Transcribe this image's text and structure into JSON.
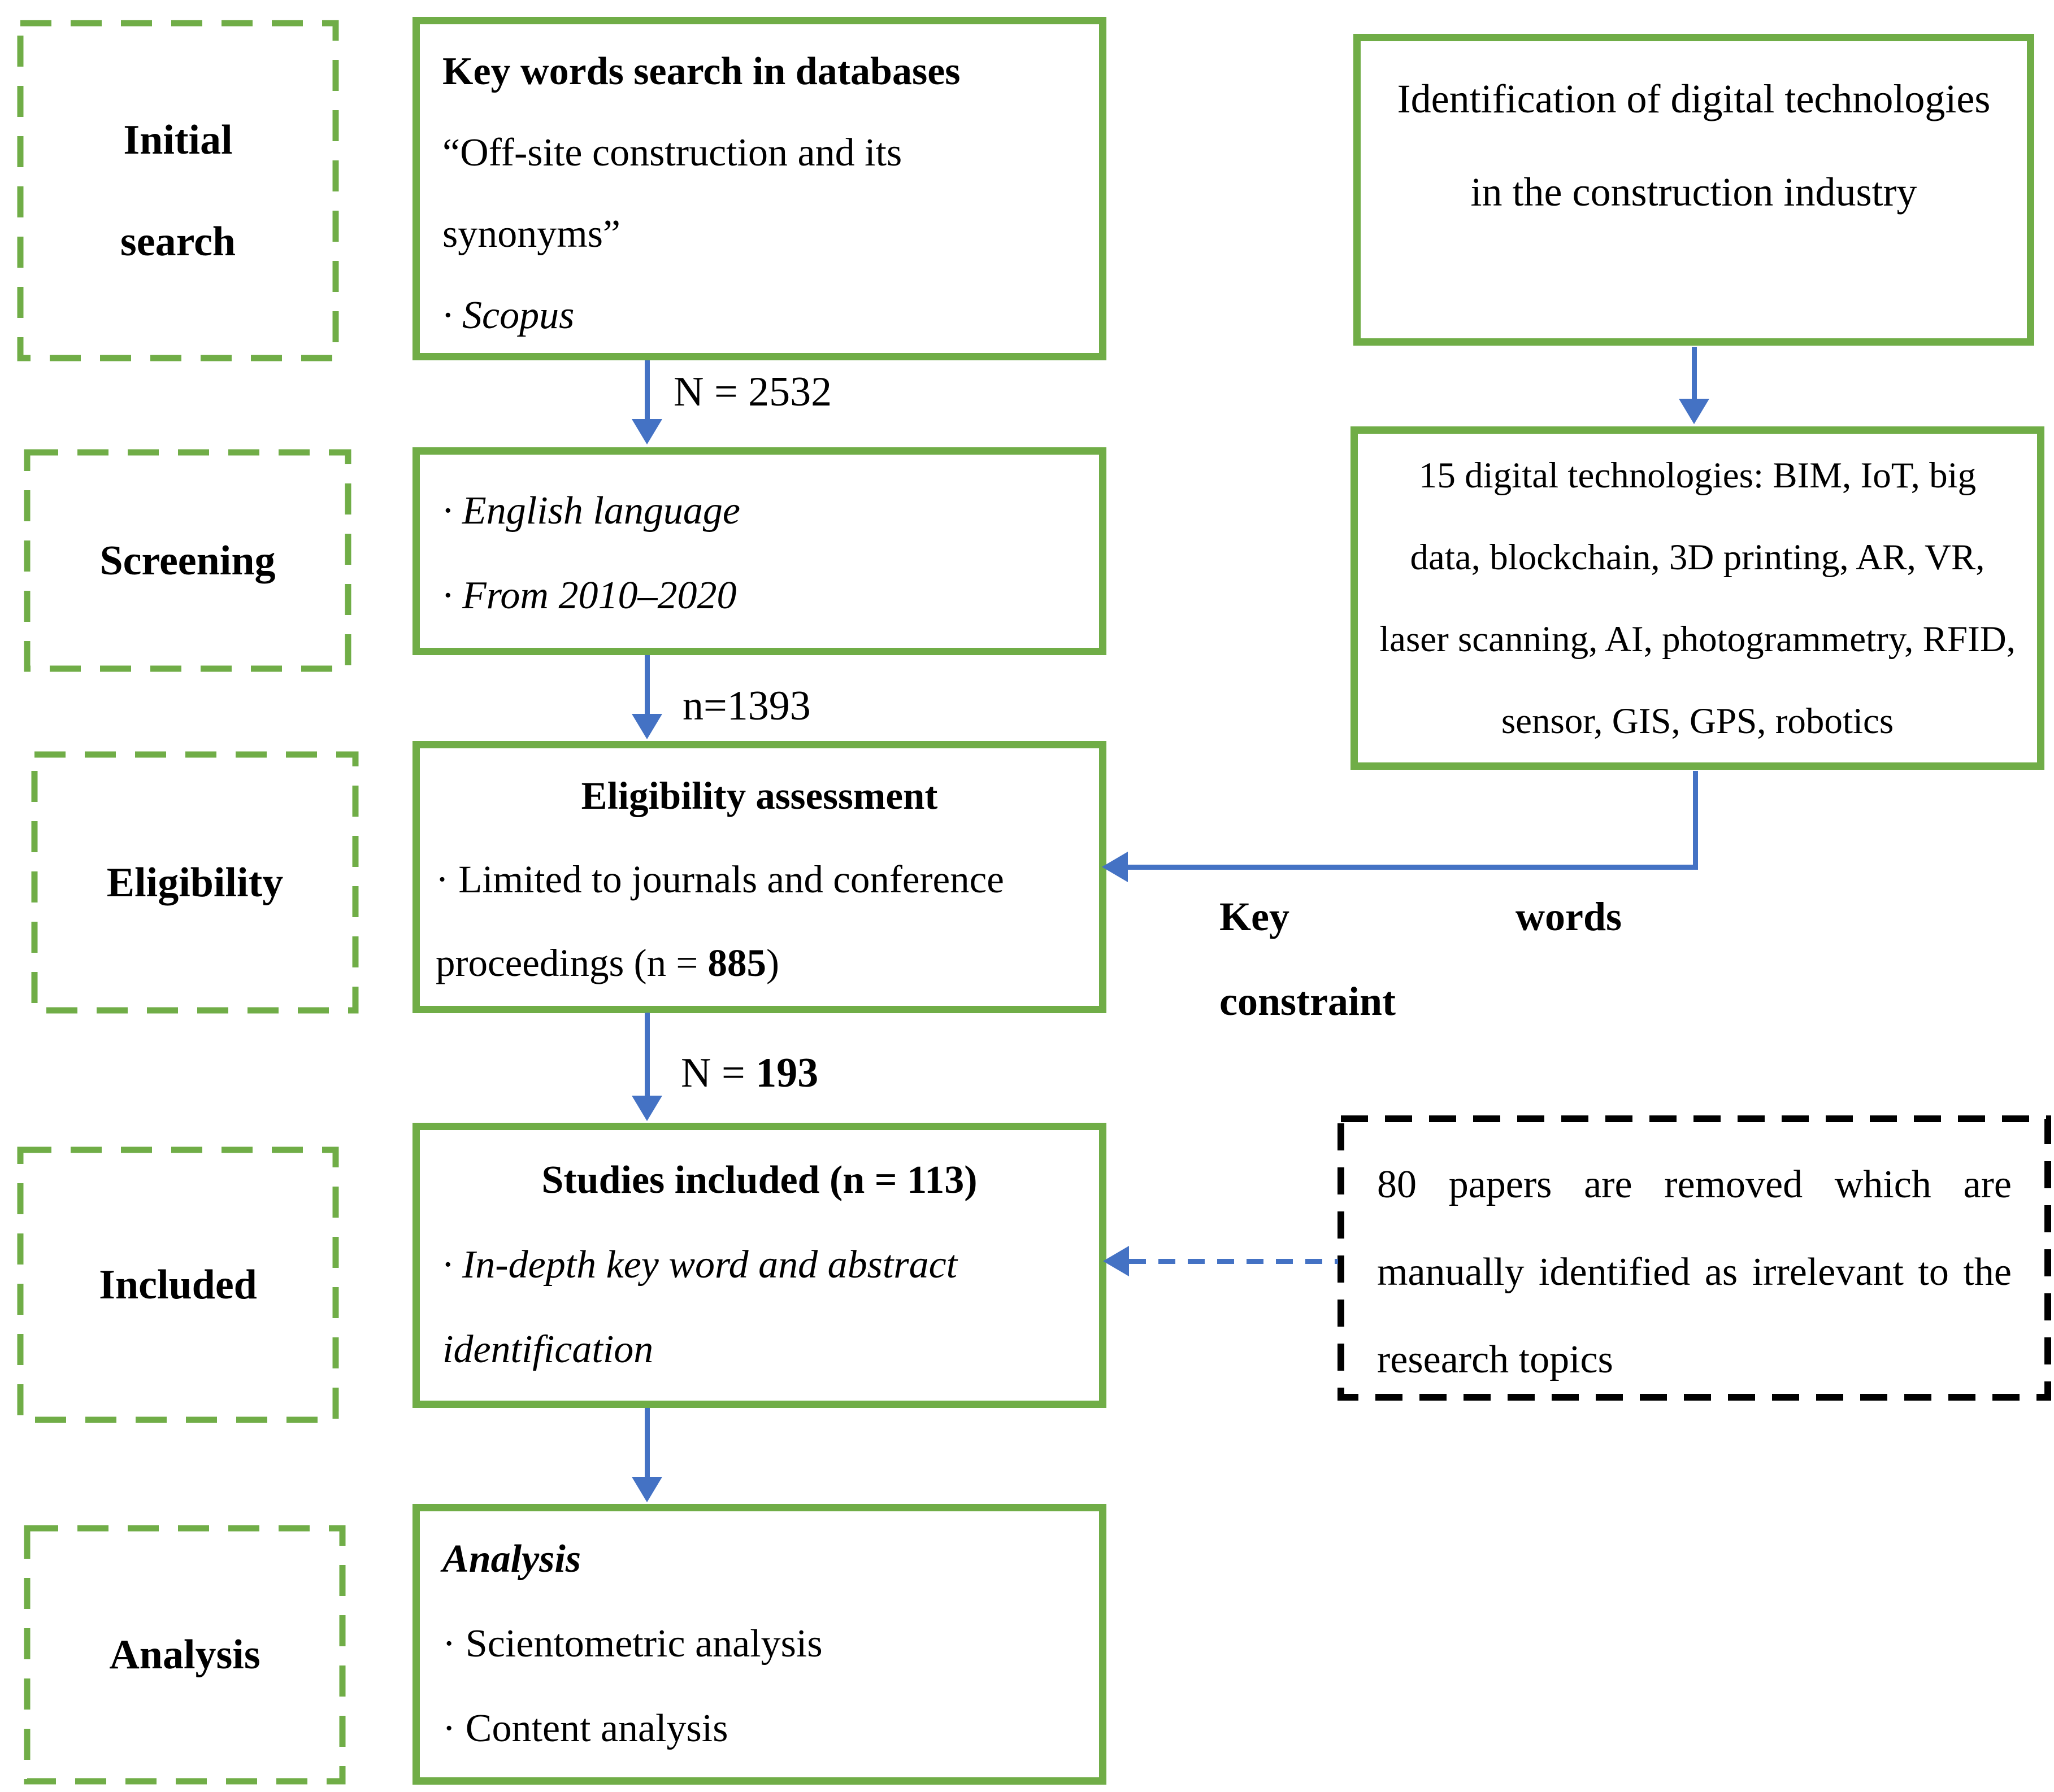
{
  "colors": {
    "box_green": "#70AD47",
    "arrow_blue": "#4472C4",
    "dashed_black": "#000000",
    "text": "#000000",
    "background": "#FFFFFF"
  },
  "stages": {
    "initial_search": "Initial\nsearch",
    "screening": "Screening",
    "eligibility": "Eligibility",
    "included": "Included",
    "analysis": "Analysis"
  },
  "flow": {
    "keywords_box": {
      "heading": "Key words search in databases",
      "line2": "“Off-site construction and its synonyms”",
      "line3": "· Scopus"
    },
    "screening_box": {
      "line1": "· English language",
      "line2": "· From 2010–2020"
    },
    "eligibility_box": {
      "heading": "Eligibility assessment",
      "body_prefix": "· Limited to journals and conference proceedings (n = ",
      "body_number": "885",
      "body_suffix": ")"
    },
    "included_box": {
      "heading": "Studies included (n = 113)",
      "body": "· In-depth key word and abstract identification"
    },
    "analysis_box": {
      "heading": "Analysis",
      "line1": "· Scientometric analysis",
      "line2": "· Content analysis"
    }
  },
  "arrow_labels": {
    "n2532": "N = 2532",
    "n1393": "n=1393",
    "n193_prefix": "N = ",
    "n193_number": "193"
  },
  "side": {
    "identification_box": "Identification of digital technologies in the construction industry",
    "technologies_box": "15 digital technologies: BIM, IoT, big data, blockchain, 3D printing, AR, VR, laser scanning, AI, photogrammetry, RFID, sensor, GIS, GPS, robotics",
    "keyword_constraint": {
      "word1": "Key",
      "word2": "words",
      "line2": "constraint"
    },
    "removed_box": "80 papers are removed which are manually identified as irrelevant to the research topics"
  }
}
